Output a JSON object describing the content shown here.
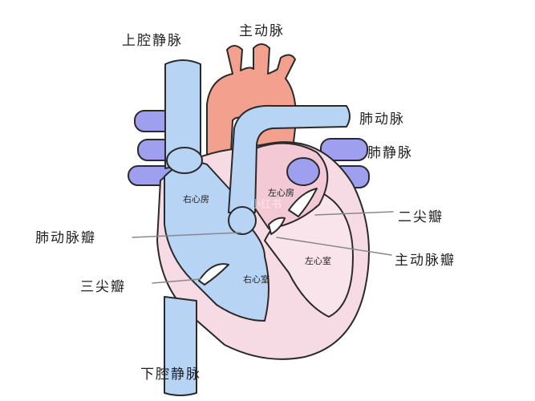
{
  "labels": {
    "superior_vena_cava": "上腔静脉",
    "aorta": "主动脉",
    "pulmonary_artery": "肺动脉",
    "pulmonary_vein": "肺静脉",
    "mitral_valve": "二尖瓣",
    "aortic_valve": "主动脉瓣",
    "pulmonary_valve": "肺动脉瓣",
    "tricuspid_valve": "三尖瓣",
    "inferior_vena_cava": "下腔静脉",
    "right_atrium": "右心房",
    "left_atrium": "左心房",
    "right_ventricle": "右心室",
    "left_ventricle": "左心室"
  },
  "watermark": "小红书",
  "colors": {
    "vein_blue": "#b7d4f5",
    "aorta_salmon": "#f3a18e",
    "pulmonary_vein_purple": "#9f9ff0",
    "left_heart_pink": "#f3c9d6",
    "heart_outer": "#f7dbe4",
    "outline": "#2a2a2a"
  }
}
